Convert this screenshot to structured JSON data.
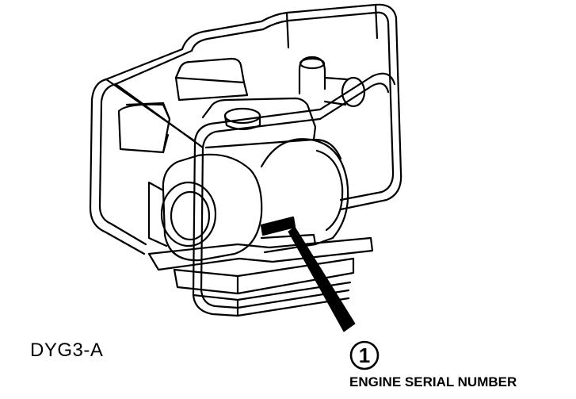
{
  "figure": {
    "model_code": "DYG3-A",
    "callout": {
      "number": "1",
      "label": "ENGINE SERIAL NUMBER"
    }
  }
}
